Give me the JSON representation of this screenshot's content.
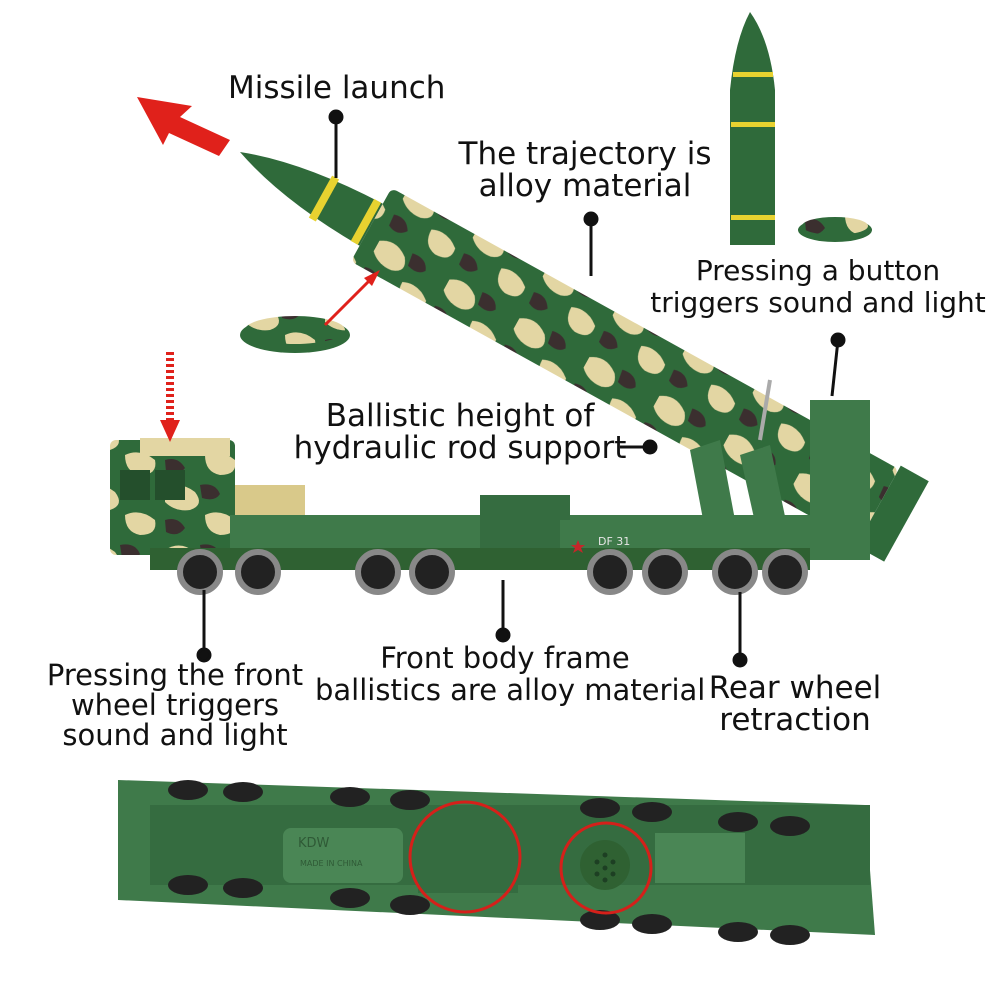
{
  "labels": {
    "missile_launch": "Missile launch",
    "trajectory": [
      "The trajectory is",
      "alloy material"
    ],
    "button": [
      "Pressing a button",
      "triggers sound and light"
    ],
    "hydraulic": [
      "Ballistic height of",
      "hydraulic rod support"
    ],
    "front_wheel": [
      "Pressing the front",
      "wheel triggers",
      "sound and light"
    ],
    "body_frame": [
      "Front body frame",
      "ballistics are alloy material"
    ],
    "rear_wheel": [
      "Rear wheel",
      "retraction"
    ]
  },
  "markings": {
    "vehicle_code": "DF 31",
    "brand": "KDW",
    "origin": "MADE IN CHINA"
  },
  "colors": {
    "camo_green": "#2f6a3a",
    "camo_tan": "#e3d6a3",
    "camo_dark": "#3b2f2f",
    "body_green": "#3f7a4a",
    "warning_red": "#e0211b",
    "stripe_yellow": "#e8d230"
  }
}
